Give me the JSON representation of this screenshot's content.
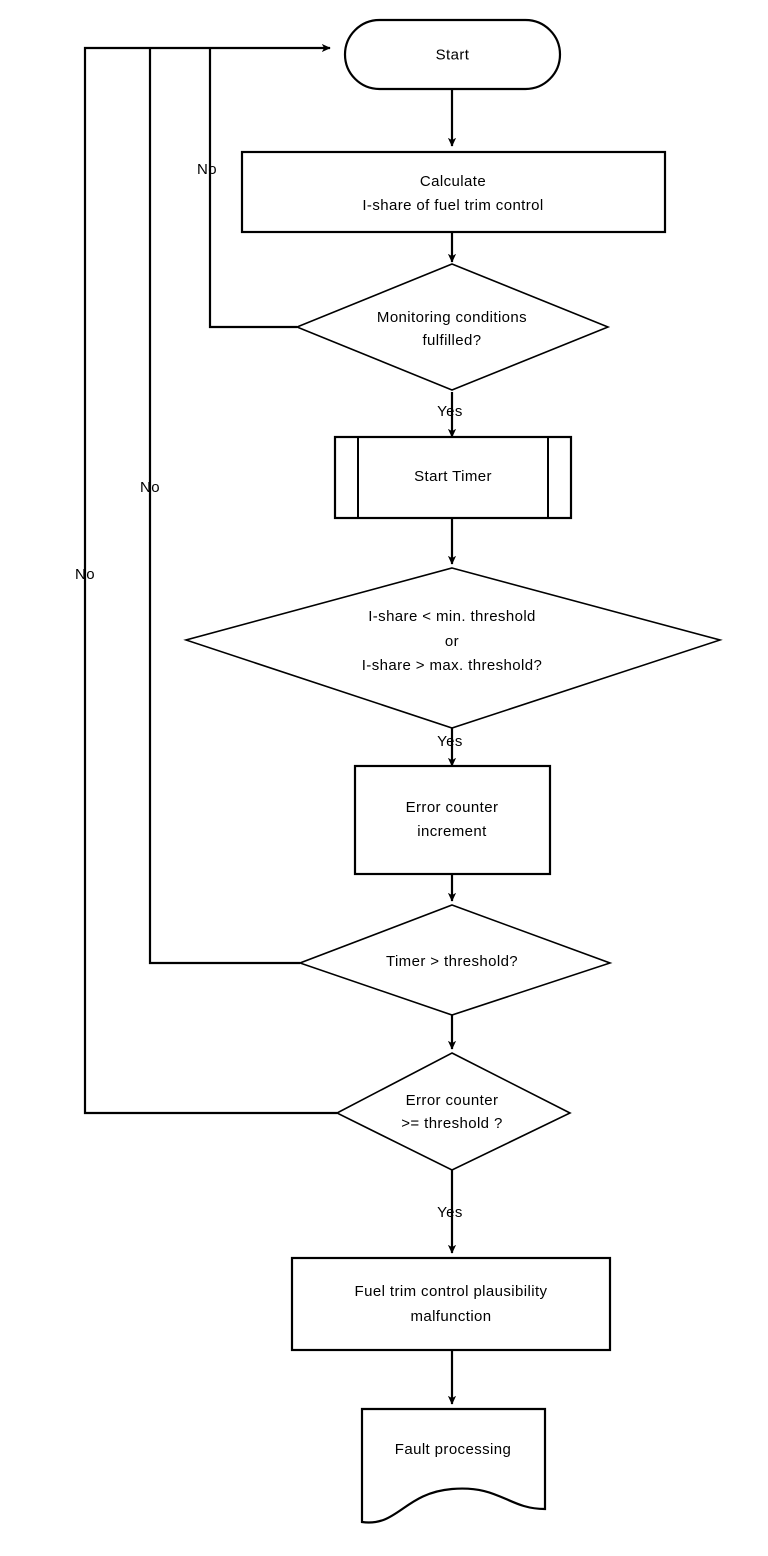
{
  "diagram": {
    "title": "Fuel trim control plausibility monitoring flowchart",
    "type": "flowchart",
    "background_color": "#ffffff",
    "line_color": "#000000",
    "text_color": "#000000"
  },
  "nodes": {
    "start": {
      "shape": "terminator",
      "label": "Start"
    },
    "calculate": {
      "shape": "process",
      "line1": "Calculate",
      "line2": "I-share of fuel trim control"
    },
    "monitoring_conditions": {
      "shape": "decision",
      "line1": "Monitoring  conditions",
      "line2": "fulfilled?"
    },
    "start_timer": {
      "shape": "predefined-process",
      "label": "Start Timer"
    },
    "ishare_threshold": {
      "shape": "decision",
      "line1": "I-share  < min. threshold",
      "line2": "or",
      "line3": "I-share  > max. threshold?"
    },
    "error_counter_increment": {
      "shape": "process",
      "line1": "Error counter",
      "line2": "increment"
    },
    "timer_threshold": {
      "shape": "decision",
      "label": "Timer > threshold?"
    },
    "error_counter_threshold": {
      "shape": "decision",
      "line1": "Error counter",
      "line2": ">= threshold ?"
    },
    "malfunction": {
      "shape": "process",
      "line1": "Fuel trim control plausibility",
      "line2": "malfunction"
    },
    "fault_processing": {
      "shape": "document",
      "label": "Fault processing"
    }
  },
  "edge_labels": {
    "monitoring_no": "No",
    "monitoring_yes": "Yes",
    "timer_no": "No",
    "error_counter_no": "No",
    "ishare_yes": "Yes",
    "error_counter_yes": "Yes"
  }
}
